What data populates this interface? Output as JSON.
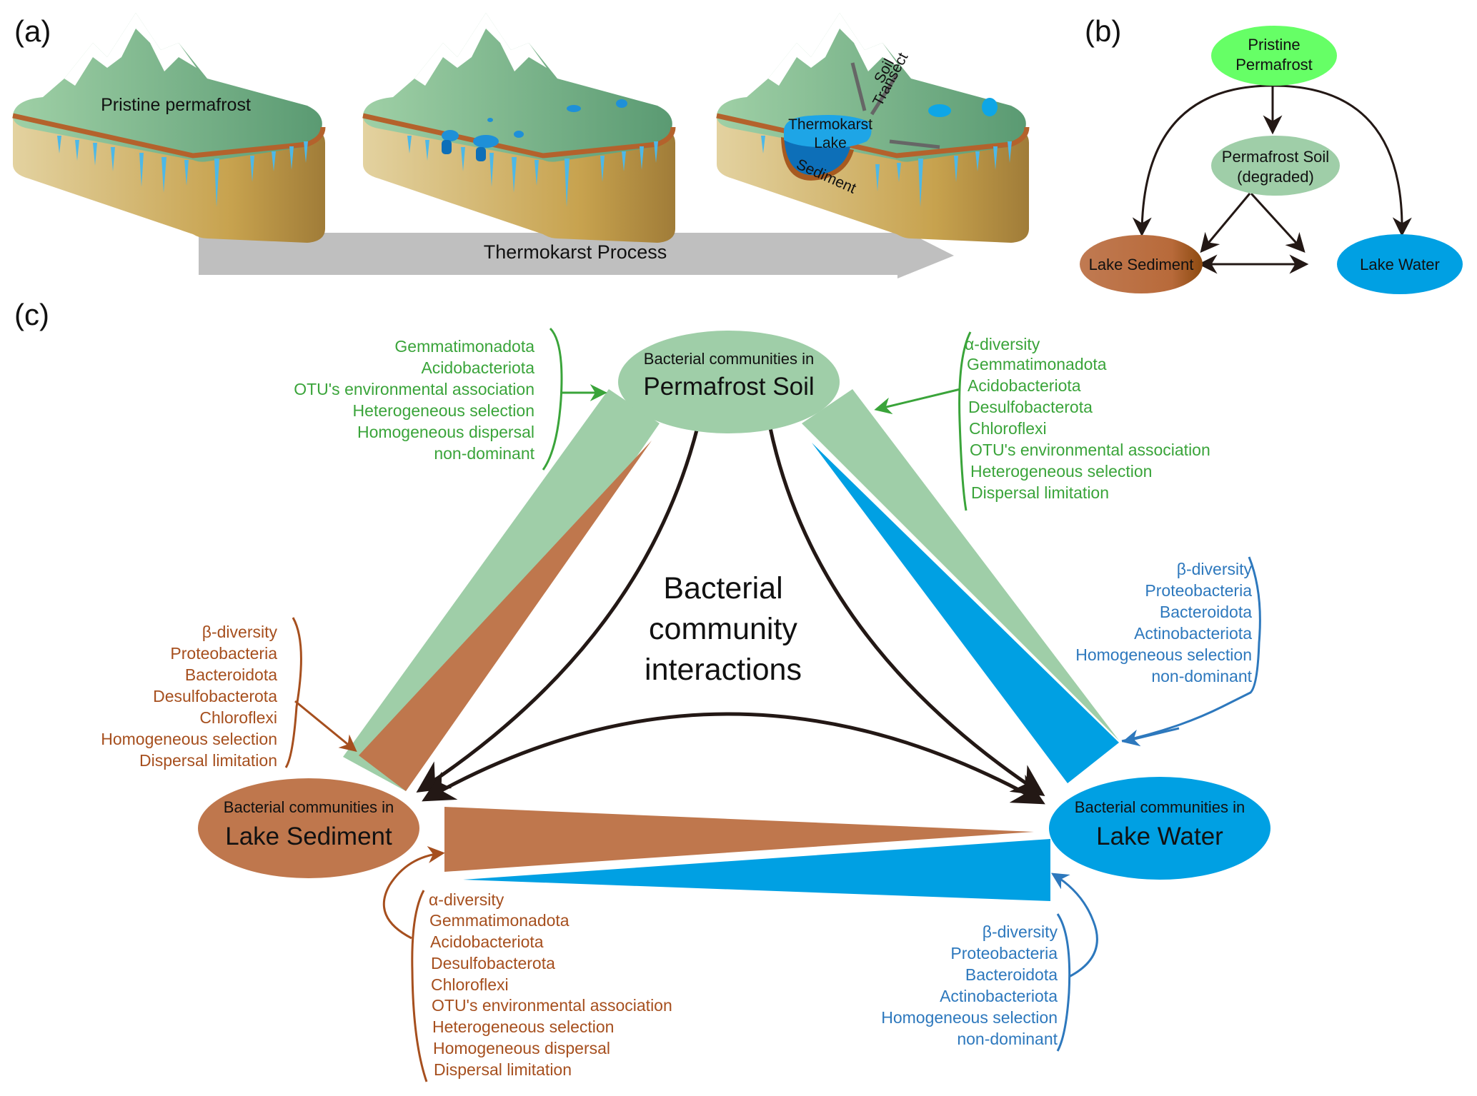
{
  "figure": {
    "panel_a": {
      "label": "(a)",
      "block1_label": "Pristine permafrost",
      "block3_labels": {
        "lake": [
          "Thermokarst",
          "Lake"
        ],
        "sediment": "Sediment",
        "transect": [
          "Soil",
          "Transect"
        ]
      },
      "process_arrow_label": "Thermokarst Process"
    },
    "panel_b": {
      "label": "(b)",
      "nodes": {
        "pristine": [
          "Pristine",
          "Permafrost"
        ],
        "soil": [
          "Permafrost Soil",
          "(degraded)"
        ],
        "sediment": "Lake Sediment",
        "water": "Lake Water"
      }
    },
    "panel_c": {
      "label": "(c)",
      "center_text": [
        "Bacterial",
        "community",
        "interactions"
      ],
      "nodes": {
        "soil": {
          "line1": "Bacterial communities in",
          "line2": "Permafrost Soil"
        },
        "sediment": {
          "line1": "Bacterial communities in",
          "line2": "Lake Sediment"
        },
        "water": {
          "line1": "Bacterial communities in",
          "line2": "Lake Water"
        }
      },
      "lists": {
        "soil_left": [
          "Gemmatimonadota",
          "Acidobacteriota",
          "OTU's environmental association",
          "Heterogeneous selection",
          "Homogeneous dispersal",
          "non-dominant"
        ],
        "soil_right": [
          "α-diversity",
          "Gemmatimonadota",
          "Acidobacteriota",
          "Desulfobacterota",
          "Chloroflexi",
          "OTU's environmental association",
          "Heterogeneous selection",
          "Dispersal limitation"
        ],
        "water_upper": [
          "β-diversity",
          "Proteobacteria",
          "Bacteroidota",
          "Actinobacteriota",
          "Homogeneous selection",
          "non-dominant"
        ],
        "sediment_upper": [
          "β-diversity",
          "Proteobacteria",
          "Bacteroidota",
          "Desulfobacterota",
          "Chloroflexi",
          "Homogeneous selection",
          "Dispersal limitation"
        ],
        "sediment_lower": [
          "α-diversity",
          "Gemmatimonadota",
          "Acidobacteriota",
          "Desulfobacterota",
          "Chloroflexi",
          "OTU's environmental association",
          "Heterogeneous selection",
          "Homogeneous dispersal",
          "Dispersal limitation"
        ],
        "water_lower": [
          "β-diversity",
          "Proteobacteria",
          "Bacteroidota",
          "Actinobacteriota",
          "Homogeneous selection",
          "non-dominant"
        ]
      }
    },
    "colors": {
      "soil_green": "#9fcea8",
      "pristine_green": "#66ff66",
      "sediment_brown": "#bf774d",
      "water_blue": "#00a0e3",
      "green_text": "#3aa43a",
      "brown_text": "#a64f1e",
      "blue_text": "#2d78bd",
      "arrow_dark": "#231815",
      "process_gray": "#bfbfbf"
    }
  }
}
